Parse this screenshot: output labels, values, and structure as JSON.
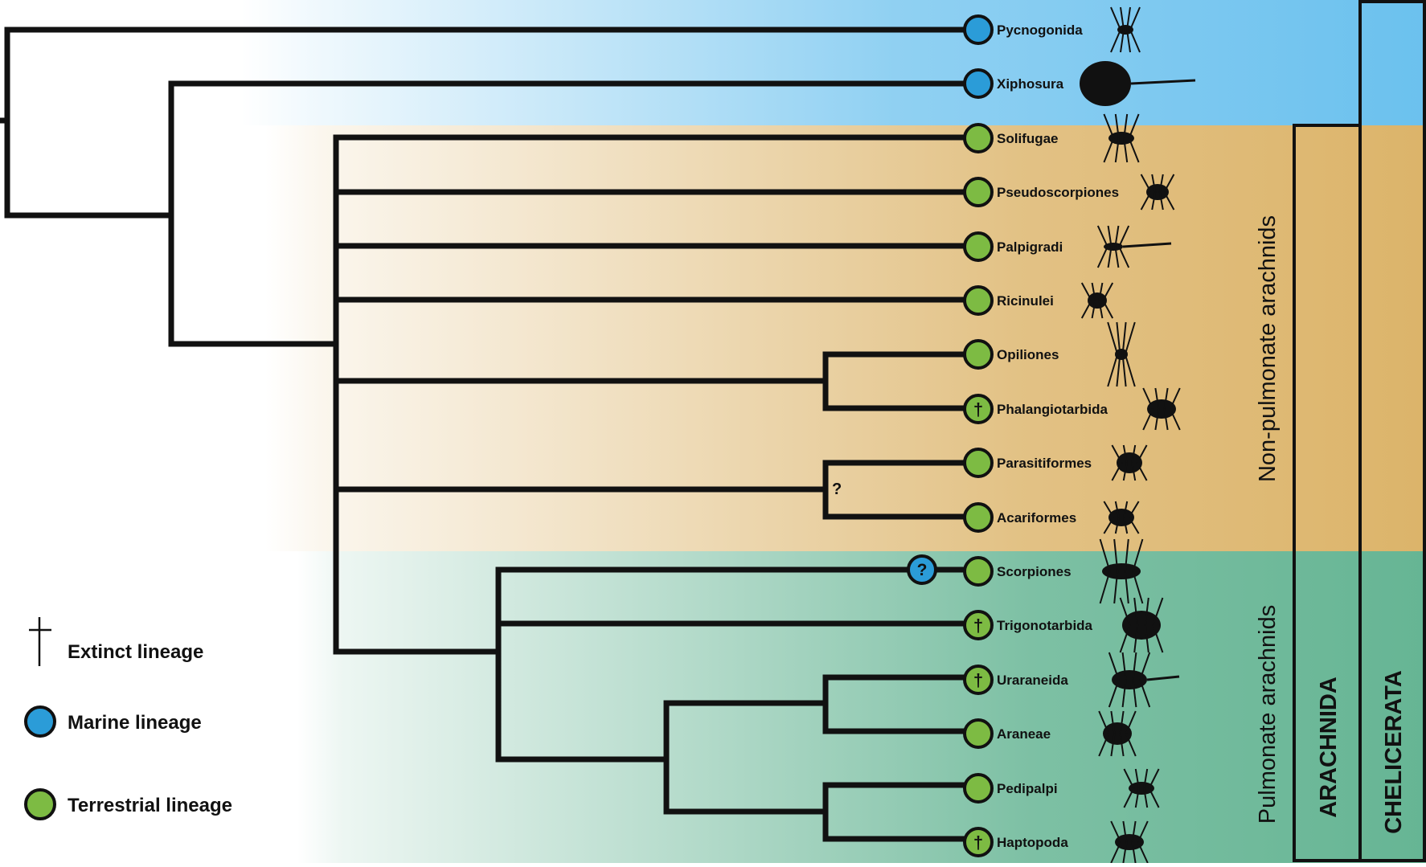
{
  "taxa": [
    {
      "name": "Pycnogonida",
      "lineage": "marine",
      "extinct": false
    },
    {
      "name": "Xiphosura",
      "lineage": "marine",
      "extinct": false
    },
    {
      "name": "Solifugae",
      "lineage": "terrestrial",
      "extinct": false
    },
    {
      "name": "Pseudoscorpiones",
      "lineage": "terrestrial",
      "extinct": false
    },
    {
      "name": "Palpigradi",
      "lineage": "terrestrial",
      "extinct": false
    },
    {
      "name": "Ricinulei",
      "lineage": "terrestrial",
      "extinct": false
    },
    {
      "name": "Opiliones",
      "lineage": "terrestrial",
      "extinct": false
    },
    {
      "name": "Phalangiotarbida",
      "lineage": "terrestrial",
      "extinct": true
    },
    {
      "name": "Parasitiformes",
      "lineage": "terrestrial",
      "extinct": false
    },
    {
      "name": "Acariformes",
      "lineage": "terrestrial",
      "extinct": false
    },
    {
      "name": "Scorpiones",
      "lineage": "terrestrial",
      "extinct": false,
      "uncertain_marine_origin": true
    },
    {
      "name": "Trigonotarbida",
      "lineage": "terrestrial",
      "extinct": true
    },
    {
      "name": "Uraraneida",
      "lineage": "terrestrial",
      "extinct": true
    },
    {
      "name": "Araneae",
      "lineage": "terrestrial",
      "extinct": false
    },
    {
      "name": "Pedipalpi",
      "lineage": "terrestrial",
      "extinct": false
    },
    {
      "name": "Haptopoda",
      "lineage": "terrestrial",
      "extinct": true
    }
  ],
  "uncertain_node_mark": "?",
  "extinct_symbol": "†",
  "groups": {
    "non_pulmonate": "Non-pulmonate arachnids",
    "pulmonate": "Pulmonate arachnids",
    "arachnida": "ARACHNIDA",
    "chelicerata": "CHELICERATA"
  },
  "legend": {
    "extinct": "Extinct lineage",
    "marine": "Marine lineage",
    "terrestrial": "Terrestrial lineage"
  },
  "colors": {
    "marine": "#2b9cd8",
    "terrestrial": "#7dbb43",
    "marine_band": "#6bc1ee",
    "non_pulmonate_band": "#dcb46a",
    "pulmonate_band": "#66b594",
    "line": "#111111"
  }
}
